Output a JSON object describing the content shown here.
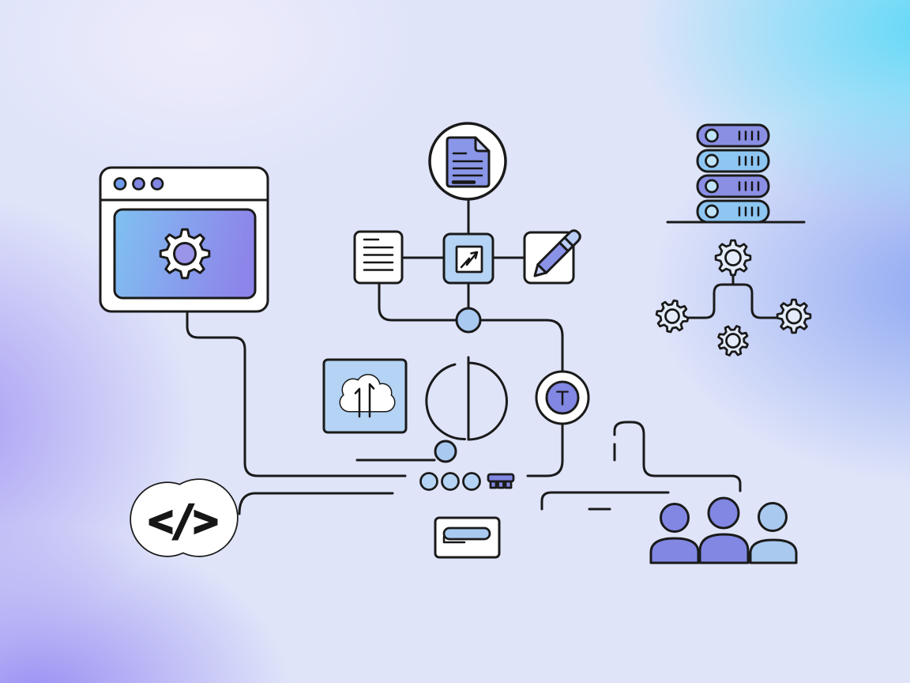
{
  "illustration": {
    "labels": {
      "text_badge": "T",
      "code_glyph": "</>"
    },
    "icons": [
      "browser-window",
      "settings-gear",
      "document-badge",
      "notes-card",
      "trend-chart",
      "pen-editor",
      "cloud-upload",
      "pie-chart",
      "slider",
      "flow-node",
      "dots-row",
      "chip",
      "text-badge",
      "input-card",
      "code-blob",
      "server-stack",
      "gear-network",
      "users-group",
      "connector-lines"
    ],
    "colors": {
      "outline": "#1a1a1a",
      "ink": "#161616",
      "white": "#ffffff",
      "light_blue_fill": "#b5d3f4",
      "soft_blue": "#a9c9f0",
      "periwinkle_fill": "#8187e2",
      "dot_blue": "#6f9ce8",
      "doc_blue": "#8a97e8",
      "fold_blue": "#c3cdf7",
      "screen_blue": "#7fc1f1",
      "screen_purple": "#8d85ea",
      "gear_hole": "#9a95e8",
      "gear_light": "#e4ecfa",
      "pen_body": "#8a93e8",
      "pen_light": "#b9cdf7",
      "server_purple": "#8a8fe4",
      "server_blue": "#8ec6f2",
      "server_dot": "#bfe3f7",
      "user_blue": "#a9c9ee",
      "bg_base": "#dfe4f9",
      "bg_cyan": "#63d9f7",
      "bg_periwinkle": "#8fa8f2",
      "bg_purple": "#a79cf4",
      "bg_purple_deep": "#9a90f3",
      "bg_highlight": "#eeecfb"
    }
  }
}
